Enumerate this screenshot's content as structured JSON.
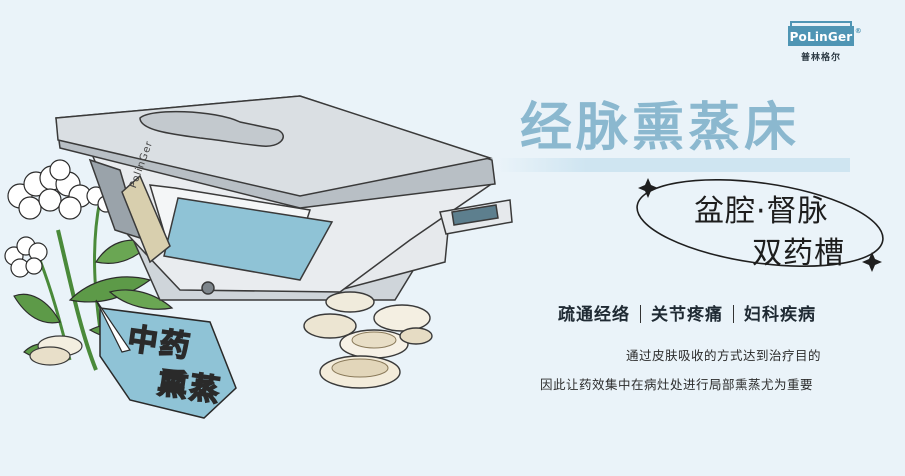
{
  "logo": {
    "brand": "PoLinGer",
    "registered": "®",
    "chinese": "普林格尔"
  },
  "title": "经脉熏蒸床",
  "subtitle": {
    "line1": "盆腔·督脉",
    "line2": "双药槽"
  },
  "features": [
    "疏通经络",
    "关节疼痛",
    "妇科疾病"
  ],
  "description": {
    "line1": "通过皮肤吸收的方式达到治疗目的",
    "line2": "因此让药效集中在病灶处进行局部熏蒸尤为重要"
  },
  "tag": {
    "line1": "中药",
    "line2": "熏蒸"
  },
  "bed_brand": "PolinGer",
  "colors": {
    "background": "#eaf3f9",
    "brand": "#4f95b4",
    "title": "#8bb8cf",
    "screen": "#8fc3d6"
  }
}
